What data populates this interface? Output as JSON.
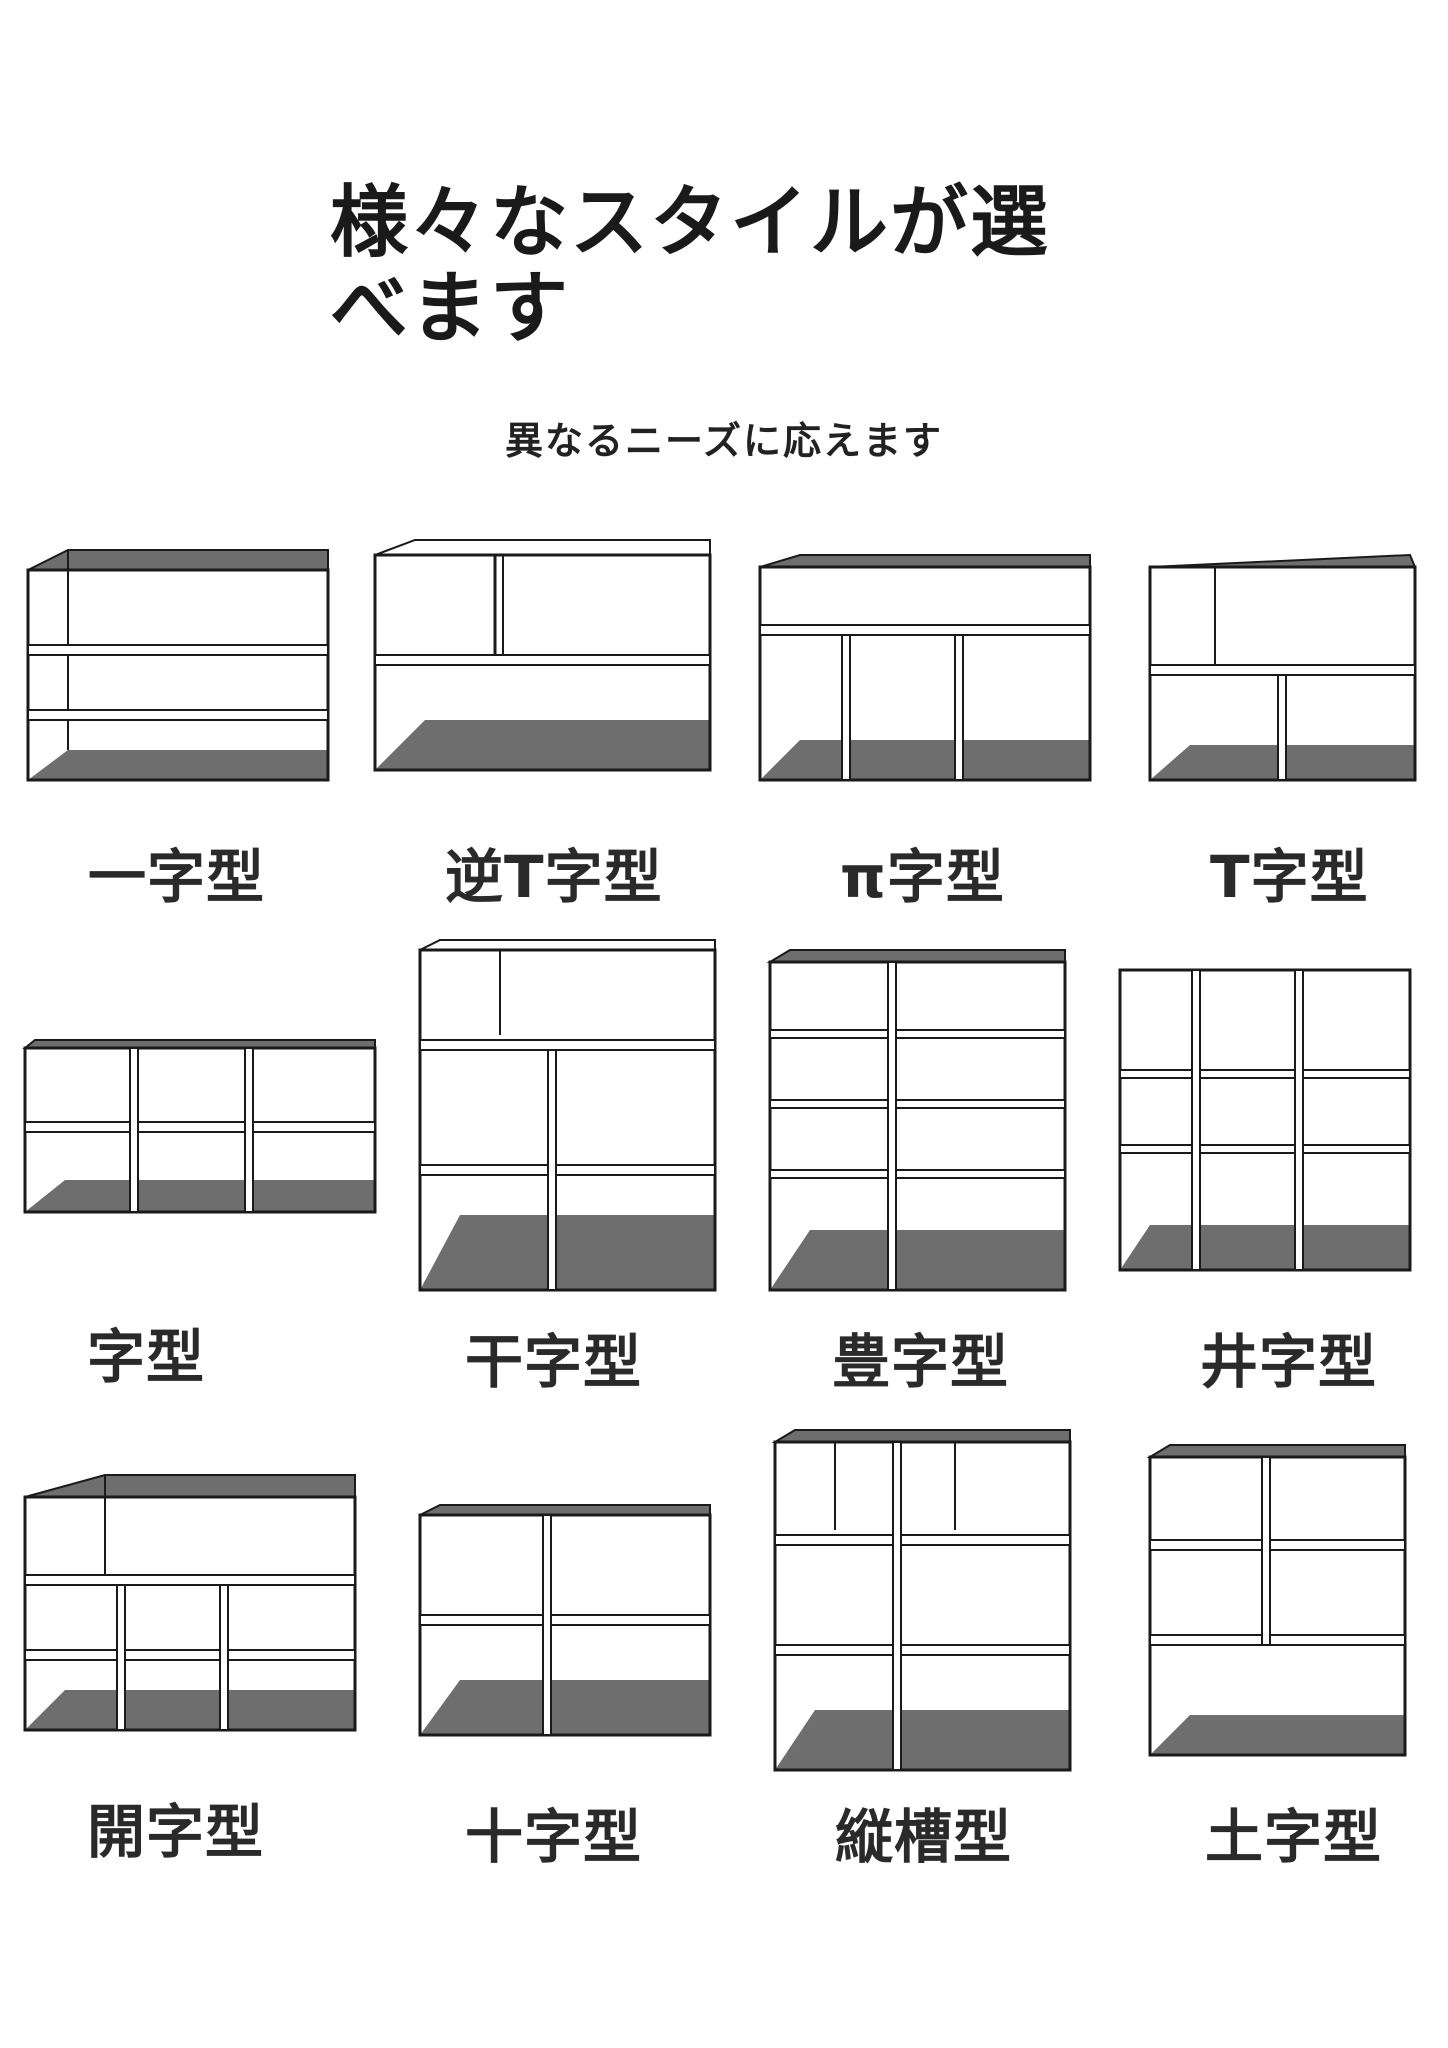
{
  "header": {
    "title_line1": "様々なスタイルが選",
    "title_line2": "べます",
    "subtitle": "異なるニーズに応えます"
  },
  "styles": [
    {
      "label": "一字型"
    },
    {
      "label": "逆T字型"
    },
    {
      "label": "π字型"
    },
    {
      "label": "T字型"
    },
    {
      "label": "字型"
    },
    {
      "label": "干字型"
    },
    {
      "label": "豊字型"
    },
    {
      "label": "井字型"
    },
    {
      "label": "開字型"
    },
    {
      "label": "十字型"
    },
    {
      "label": "縦槽型"
    },
    {
      "label": "土字型"
    }
  ],
  "colors": {
    "line": "#1a1a1a",
    "shade": "#6e6e6e",
    "bg": "#ffffff"
  }
}
